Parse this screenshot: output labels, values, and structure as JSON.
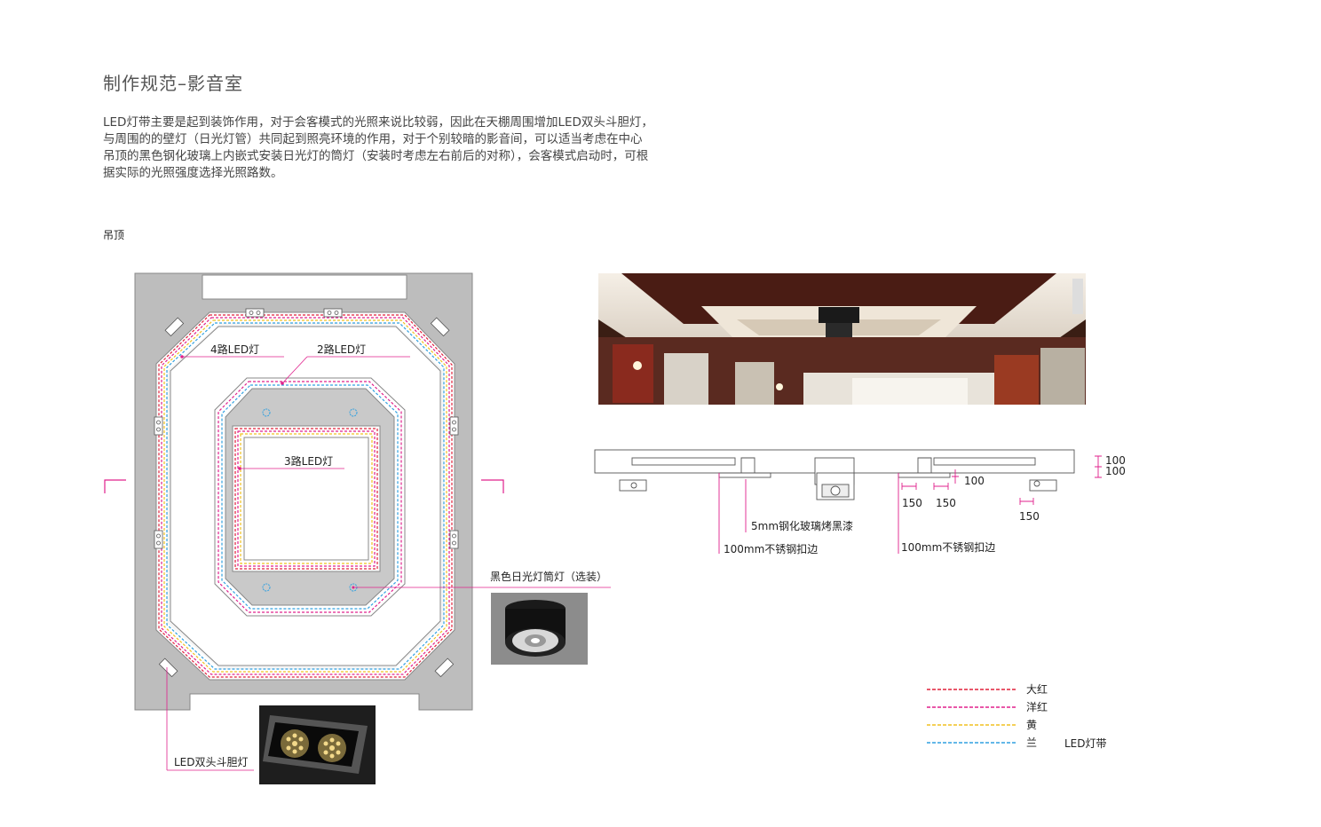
{
  "page": {
    "title": "制作规范–影音室",
    "description": [
      "LED灯带主要是起到装饰作用，对于会客模式的光照来说比较弱，因此在天棚周围增加LED双头斗胆灯，",
      "与周围的的壁灯（日光灯管）共同起到照亮环境的作用，对于个别较暗的影音间，可以适当考虑在中心",
      "吊顶的黑色钢化玻璃上内嵌式安装日光灯的筒灯（安装时考虑左右前后的对称），会客模式启动时，可根",
      "据实际的光照强度选择光照路数。"
    ],
    "section_label": "吊顶"
  },
  "plan": {
    "label_4led": "4路LED灯",
    "label_2led": "2路LED灯",
    "label_3led": "3路LED灯",
    "label_downlight": "黑色日光灯筒灯（选装）",
    "label_double_light": "LED双头斗胆灯"
  },
  "section_drawing": {
    "label_glass": "5mm钢化玻璃烤黑漆",
    "label_edge_left": "100mm不锈钢扣边",
    "label_edge_right": "100mm不锈钢扣边",
    "dim_100_a": "100",
    "dim_100_b": "100",
    "dim_100_c": "100",
    "dim_150_a": "150",
    "dim_150_b": "150",
    "dim_150_c": "150"
  },
  "legend": {
    "items": [
      {
        "label": "大红",
        "color": "#e0203a"
      },
      {
        "label": "洋红",
        "color": "#e0208c"
      },
      {
        "label": "黄",
        "color": "#f0c020"
      },
      {
        "label": "兰",
        "color": "#30a0e0"
      }
    ],
    "caption": "LED灯带"
  },
  "colors": {
    "plan_gray": "#bdbdbd",
    "inner_gray": "#c9c9c9",
    "accent": "#e0208c"
  }
}
